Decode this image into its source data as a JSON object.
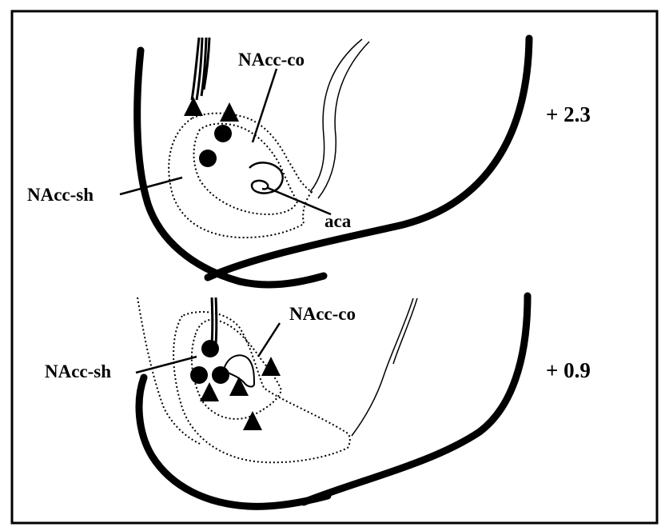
{
  "colors": {
    "ink": "#000000",
    "background": "#ffffff"
  },
  "upper_section": {
    "coordinate": "+ 2.3",
    "labels": {
      "core": "NAcc-co",
      "shell": "NAcc-sh",
      "commissure": "aca"
    },
    "markers": [
      {
        "shape": "triangle"
      },
      {
        "shape": "triangle"
      },
      {
        "shape": "circle"
      },
      {
        "shape": "circle"
      }
    ]
  },
  "lower_section": {
    "coordinate": "+ 0.9",
    "labels": {
      "core": "NAcc-co",
      "shell": "NAcc-sh"
    },
    "markers": [
      {
        "shape": "circle"
      },
      {
        "shape": "circle"
      },
      {
        "shape": "circle"
      },
      {
        "shape": "triangle"
      },
      {
        "shape": "triangle"
      },
      {
        "shape": "triangle"
      },
      {
        "shape": "triangle"
      }
    ]
  },
  "legend_shapes": {
    "circle": "filled-circle",
    "triangle": "filled-triangle"
  }
}
